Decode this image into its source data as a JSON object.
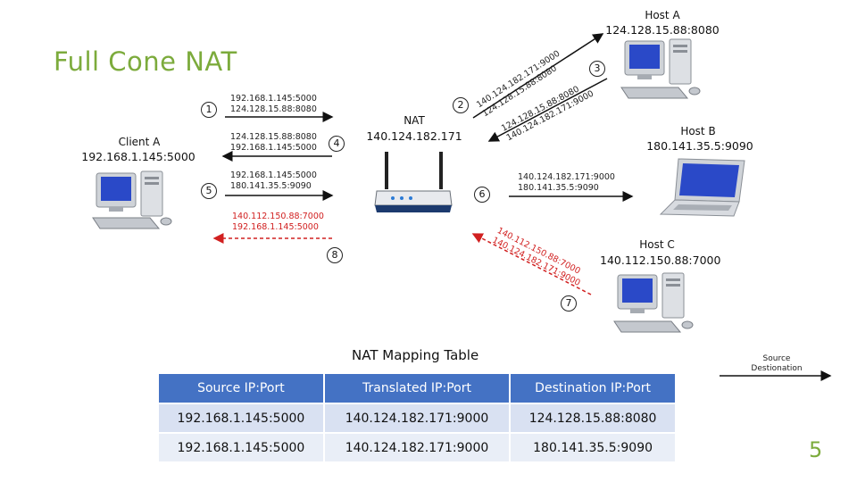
{
  "slide": {
    "title": "Full Cone NAT",
    "page_number": "5"
  },
  "nodes": {
    "client_a": {
      "name": "Client A",
      "ip": "192.168.1.145:5000"
    },
    "nat": {
      "name": "NAT",
      "ip": "140.124.182.171"
    },
    "host_a": {
      "name": "Host A",
      "ip": "124.128.15.88:8080"
    },
    "host_b": {
      "name": "Host B",
      "ip": "180.141.35.5:9090"
    },
    "host_c": {
      "name": "Host C",
      "ip": "140.112.150.88:7000"
    }
  },
  "steps": [
    {
      "num": "1",
      "lines": [
        "192.168.1.145:5000",
        "124.128.15.88:8080"
      ]
    },
    {
      "num": "2",
      "lines": [
        "140.124.182.171:9000",
        "124.128.15.88:8080"
      ]
    },
    {
      "num": "3",
      "lines": [
        "124.128.15.88:8080",
        "140.124.182.171:9000"
      ]
    },
    {
      "num": "4",
      "lines": [
        "124.128.15.88:8080",
        "192.168.1.145:5000"
      ]
    },
    {
      "num": "5",
      "lines": [
        "192.168.1.145:5000",
        "180.141.35.5:9090"
      ]
    },
    {
      "num": "6",
      "lines": [
        "140.124.182.171:9000",
        "180.141.35.5:9090"
      ]
    },
    {
      "num": "7",
      "lines": [
        "140.112.150.88:7000",
        "140.124.182.171:9000"
      ],
      "status": "blocked",
      "color": "#d12020"
    },
    {
      "num": "8",
      "lines": [
        "140.112.150.88:7000",
        "192.168.1.145:5000"
      ],
      "status": "blocked",
      "color": "#d12020"
    }
  ],
  "legend": {
    "line1": "Source",
    "line2": "Destionation"
  },
  "mapping_table": {
    "title": "NAT Mapping Table",
    "headers": [
      "Source IP:Port",
      "Translated IP:Port",
      "Destination IP:Port"
    ],
    "rows": [
      [
        "192.168.1.145:5000",
        "140.124.182.171:9000",
        "124.128.15.88:8080"
      ],
      [
        "192.168.1.145:5000",
        "140.124.182.171:9000",
        "180.141.35.5:9090"
      ]
    ],
    "header_color": "#4472c4"
  },
  "colors": {
    "title": "#7cab3c",
    "blocked": "#d12020",
    "table_header": "#4472c4"
  }
}
